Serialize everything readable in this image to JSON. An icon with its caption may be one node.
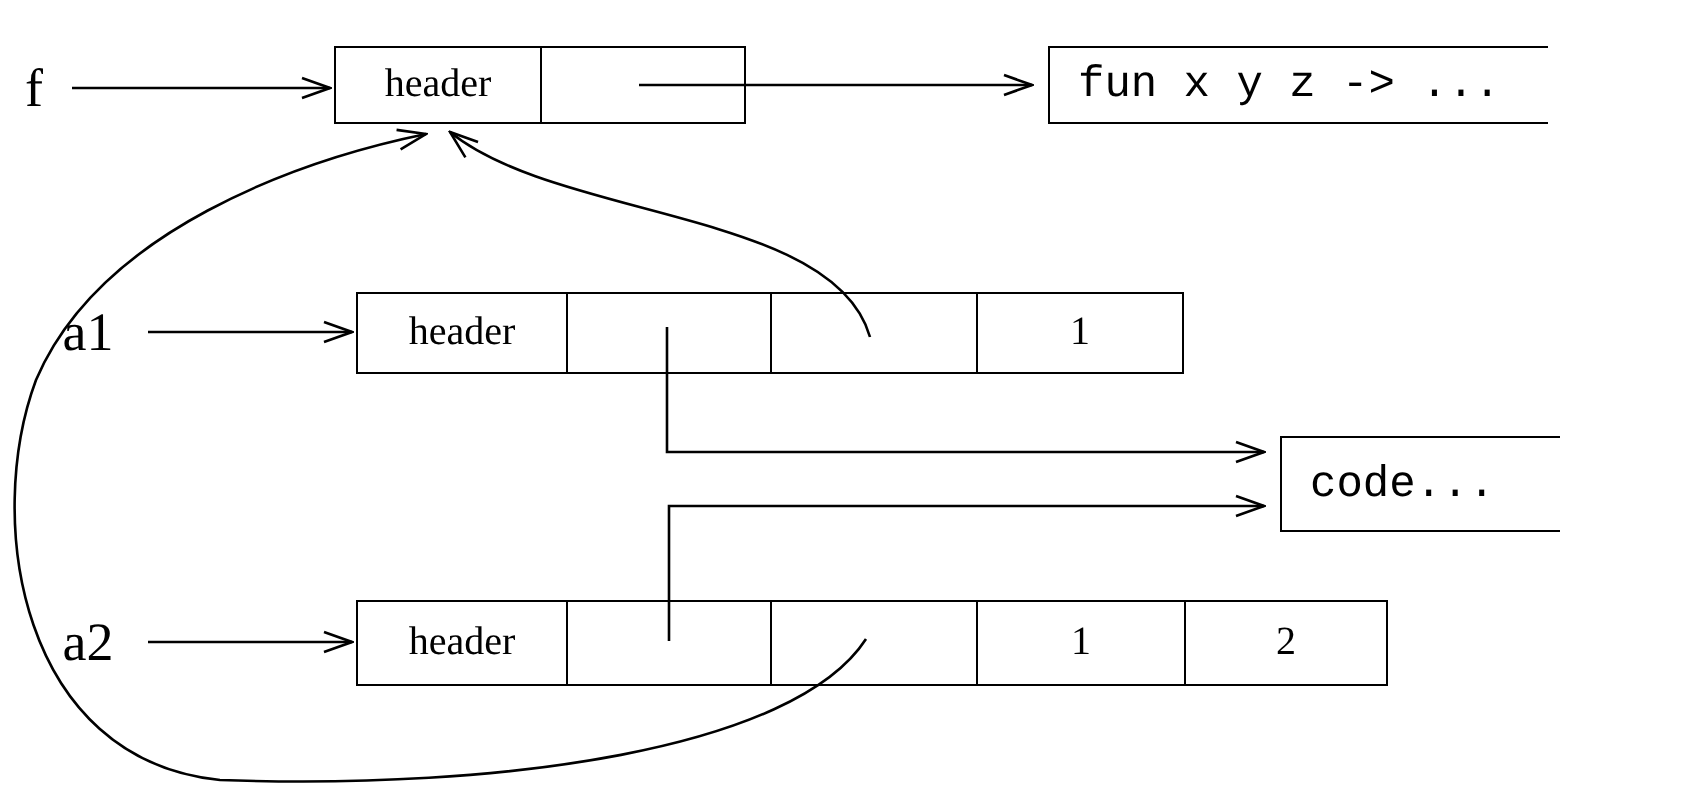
{
  "diagram": {
    "nodes": [
      {
        "text": [
          "f"
        ]
      },
      {
        "text": [
          "header"
        ]
      },
      {
        "text": [],
        "shape": "box"
      },
      {
        "text": [
          "fun x y z -> ..."
        ]
      },
      {
        "text": [
          "a1"
        ]
      },
      {
        "text": [
          "header"
        ]
      },
      {
        "text": [],
        "shape": "box"
      },
      {
        "text": [],
        "shape": "box"
      },
      {
        "text": [
          "1"
        ]
      },
      {
        "text": [
          "code..."
        ]
      },
      {
        "text": [
          "a2"
        ]
      },
      {
        "text": [
          "header"
        ]
      },
      {
        "text": [],
        "shape": "box"
      },
      {
        "text": [],
        "shape": "box"
      },
      {
        "text": [
          "1"
        ]
      },
      {
        "text": [
          "2"
        ]
      }
    ],
    "edges": [
      {
        "from": 0,
        "to": 1,
        "arrow": "to"
      },
      {
        "from": 2,
        "to": 3,
        "arrow": "to"
      },
      {
        "from": 4,
        "to": 5,
        "arrow": "to"
      },
      {
        "from": 7,
        "to": 1,
        "arrow": "to"
      },
      {
        "from": 6,
        "to": 9,
        "arrow": "to"
      },
      {
        "from": 10,
        "to": 11,
        "arrow": "to"
      },
      {
        "from": 12,
        "to": 9,
        "arrow": "to"
      },
      {
        "from": 13,
        "to": 1,
        "arrow": "to"
      }
    ]
  }
}
